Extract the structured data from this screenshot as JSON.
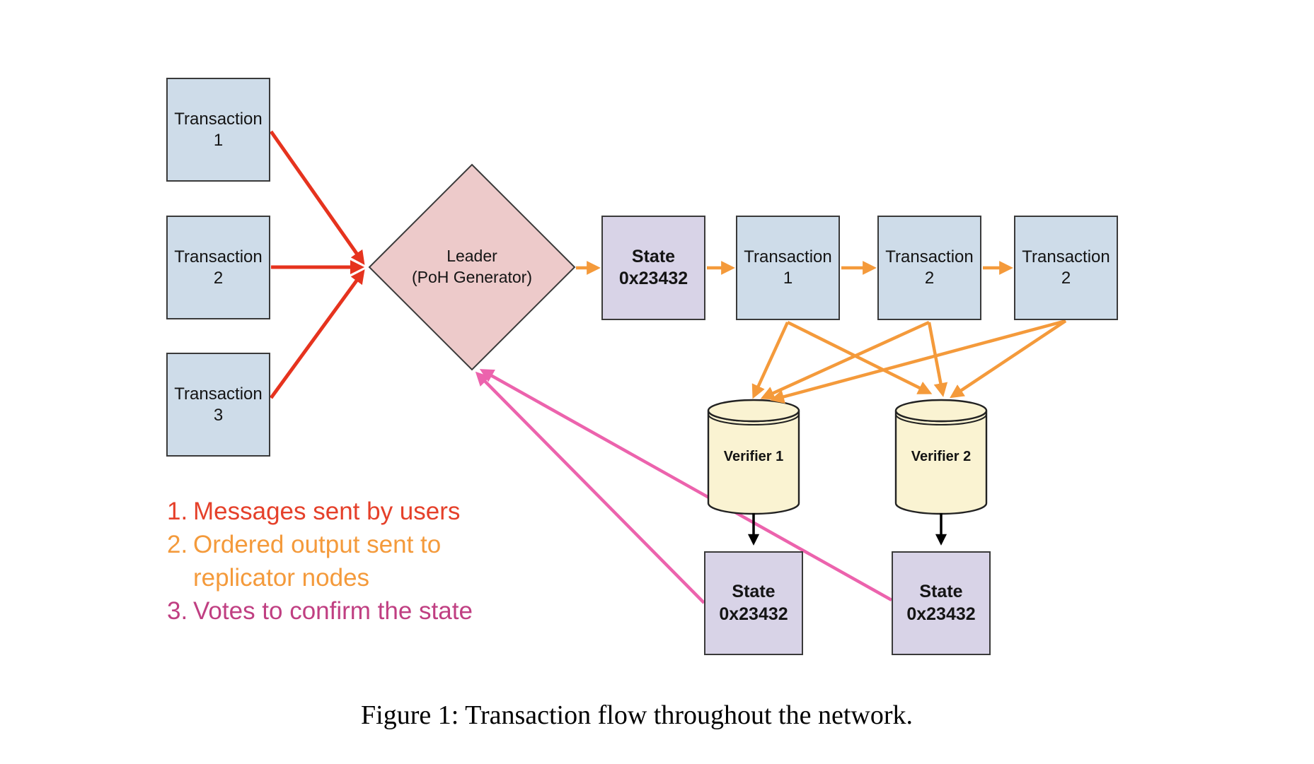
{
  "figure": {
    "caption": "Figure 1: Transaction flow throughout the network.",
    "nodes": {
      "user_transactions": [
        {
          "title": "Transaction",
          "subtitle": "1"
        },
        {
          "title": "Transaction",
          "subtitle": "2"
        },
        {
          "title": "Transaction",
          "subtitle": "3"
        }
      ],
      "leader": {
        "title": "Leader",
        "subtitle": "(PoH Generator)"
      },
      "output_sequence": [
        {
          "title": "State",
          "subtitle": "0x23432"
        },
        {
          "title": "Transaction",
          "subtitle": "1"
        },
        {
          "title": "Transaction",
          "subtitle": "2"
        },
        {
          "title": "Transaction",
          "subtitle": "2"
        }
      ],
      "verifiers": [
        {
          "label": "Verifier 1"
        },
        {
          "label": "Verifier 2"
        }
      ],
      "verifier_states": [
        {
          "title": "State",
          "subtitle": "0x23432"
        },
        {
          "title": "State",
          "subtitle": "0x23432"
        }
      ]
    },
    "legend": [
      {
        "number": "1.",
        "text": "Messages sent by users",
        "color": "#e5402a"
      },
      {
        "number": "2.",
        "text": "Ordered output sent to replicator nodes",
        "color": "#f49a3b"
      },
      {
        "number": "3.",
        "text": "Votes to confirm the state",
        "color": "#c03f82"
      }
    ],
    "colors": {
      "transaction_box_fill": "#cedce9",
      "state_box_fill": "#d8d3e7",
      "leader_diamond_fill": "#edcaca",
      "verifier_cylinder_fill": "#faf3d2",
      "node_border": "#3a3a3a",
      "arrow_messages": "#e6331e",
      "arrow_ordered_output": "#f49a3b",
      "arrow_votes": "#ec63ad",
      "arrow_state_transfer": "#000000"
    }
  }
}
